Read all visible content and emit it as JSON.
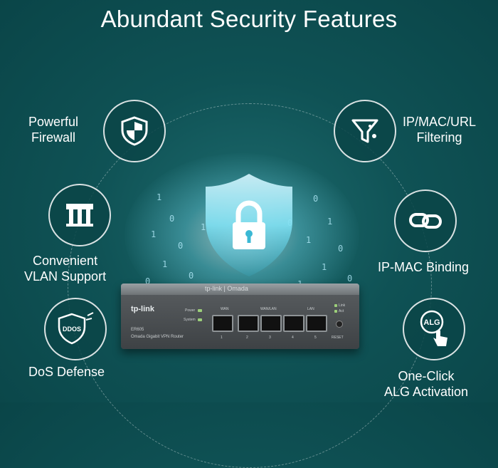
{
  "title": "Abundant Security Features",
  "features": {
    "firewall": "Powerful\nFirewall",
    "vlan": "Convenient\nVLAN Support",
    "dos": "DoS Defense",
    "filtering": "IP/MAC/URL\nFiltering",
    "binding": "IP-MAC Binding",
    "alg": "One-Click\nALG Activation"
  },
  "icons": {
    "dos_text": "DDOS",
    "alg_text": "ALG"
  },
  "router": {
    "top_text": "tp-link | Omada",
    "brand": "tp-link",
    "model": "ER605",
    "description": "Omada Gigabit VPN Router",
    "led_power": "Power",
    "led_system": "System",
    "led_link": "Link",
    "led_act": "Act",
    "group_wan": "WAN",
    "group_wanlan": "WAN/LAN",
    "group_lan": "LAN",
    "ports": [
      "1",
      "2",
      "3",
      "4",
      "5"
    ],
    "reset": "RESET"
  },
  "colors": {
    "background": "#0f5255",
    "accent": "#7fe0f2",
    "led": "#9ccf7a"
  }
}
